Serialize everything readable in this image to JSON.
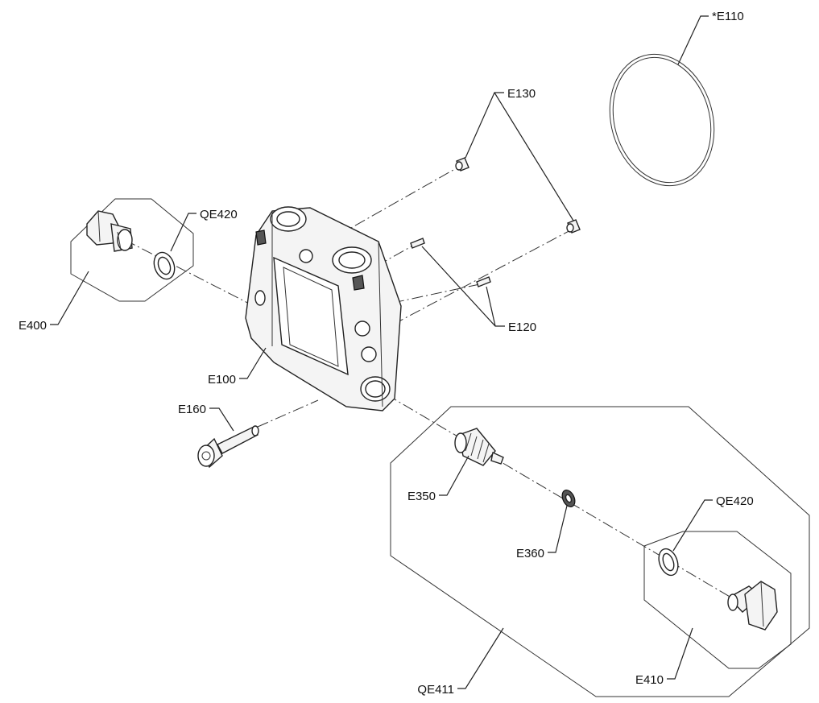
{
  "labels": {
    "e110": "*E110",
    "e130": "E130",
    "qe420_top": "QE420",
    "e400": "E400",
    "e120": "E120",
    "e100": "E100",
    "e160": "E160",
    "e350": "E350",
    "e360": "E360",
    "qe420_bottom": "QE420",
    "e410": "E410",
    "qe411": "QE411"
  },
  "colors": {
    "line": "#222222",
    "background": "#ffffff"
  }
}
